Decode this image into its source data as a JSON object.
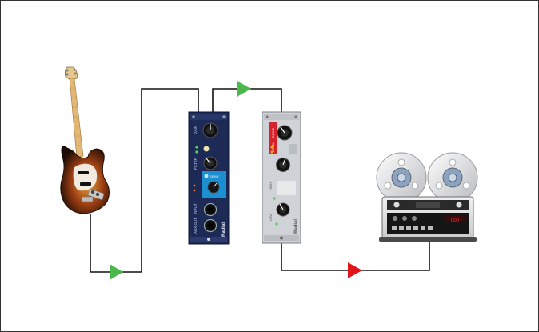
{
  "colors": {
    "cable": "#111111",
    "arrow_signal": "#4cb84c",
    "arrow_output": "#e0161b",
    "di_panel": "#1d2a55",
    "di_accent": "#1c8fd0",
    "eq_panel": "#cfd2d6",
    "eq_accent": "#d4242a"
  },
  "devices": {
    "guitar": {
      "icon": "bass-guitar-icon"
    },
    "di": {
      "icon": "di-preamp-module-icon",
      "brand": "Radial",
      "knob_labels": [
        "GAIN",
        "FILTER"
      ],
      "jack_labels": [
        "INPUT",
        "AUX OUT"
      ],
      "blue_panel_text": "DRIVE"
    },
    "eq": {
      "icon": "eq-module-icon",
      "brand": "Radial",
      "section_labels": [
        "DRIVE",
        "LEVEL",
        "HIGH",
        "LOW"
      ]
    },
    "tape": {
      "icon": "reel-to-reel-tape-recorder-icon",
      "counter": "000"
    }
  },
  "arrows": [
    {
      "name": "arrow-guitar-to-di",
      "direction": "right",
      "color": "#4cb84c"
    },
    {
      "name": "arrow-di-to-eq",
      "direction": "right",
      "color": "#4cb84c"
    },
    {
      "name": "arrow-eq-to-tape",
      "direction": "right",
      "color": "#e0161b"
    }
  ]
}
